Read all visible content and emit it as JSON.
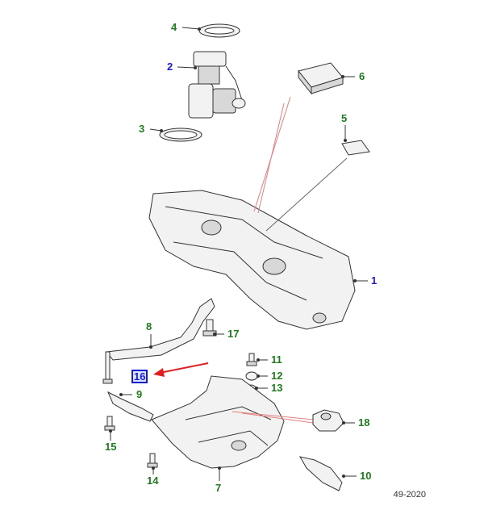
{
  "diagram": {
    "figure_id": "49-2020",
    "callouts": [
      {
        "id": "c4",
        "label": "4",
        "color": "green"
      },
      {
        "id": "c2",
        "label": "2",
        "color": "blue"
      },
      {
        "id": "c6",
        "label": "6",
        "color": "green"
      },
      {
        "id": "c3",
        "label": "3",
        "color": "green"
      },
      {
        "id": "c5",
        "label": "5",
        "color": "green"
      },
      {
        "id": "c1",
        "label": "1",
        "color": "blue"
      },
      {
        "id": "c8",
        "label": "8",
        "color": "green"
      },
      {
        "id": "c17",
        "label": "17",
        "color": "green"
      },
      {
        "id": "c11",
        "label": "11",
        "color": "green"
      },
      {
        "id": "c12",
        "label": "12",
        "color": "green"
      },
      {
        "id": "c16",
        "label": "16",
        "color": "blue",
        "highlighted": true
      },
      {
        "id": "c13",
        "label": "13",
        "color": "green"
      },
      {
        "id": "c9",
        "label": "9",
        "color": "green"
      },
      {
        "id": "c18",
        "label": "18",
        "color": "green"
      },
      {
        "id": "c15",
        "label": "15",
        "color": "green"
      },
      {
        "id": "c14",
        "label": "14",
        "color": "green"
      },
      {
        "id": "c7",
        "label": "7",
        "color": "green"
      },
      {
        "id": "c10",
        "label": "10",
        "color": "green"
      }
    ],
    "colors": {
      "callout_green": "#1f7a1f",
      "callout_blue": "#1a1ad0",
      "arrow": "#e02020"
    }
  }
}
